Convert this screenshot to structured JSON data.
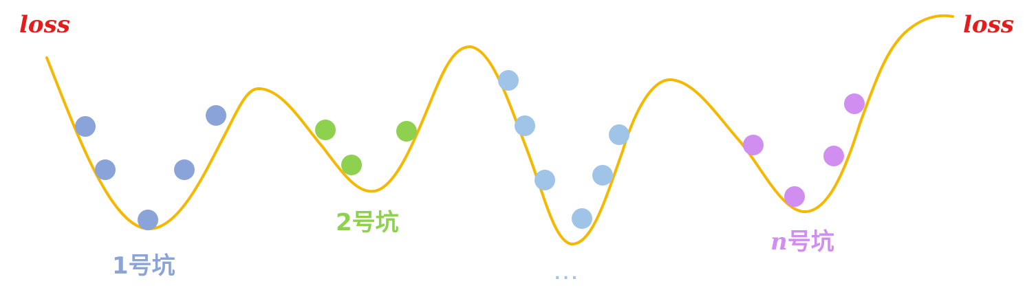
{
  "labels": {
    "loss_left": "loss",
    "loss_right": "loss",
    "pit1": "1号坑",
    "pit2": "2号坑",
    "pitn_var": "n",
    "pitn_suffix": "号坑",
    "ellipsis": "..."
  },
  "colors": {
    "loss": "#e31c1c",
    "curve": "#f5b800",
    "pit1": "#8aa4d9",
    "pit2": "#8dd14f",
    "pit3": "#9fc4e8",
    "pitn": "#cf8ef0"
  }
}
